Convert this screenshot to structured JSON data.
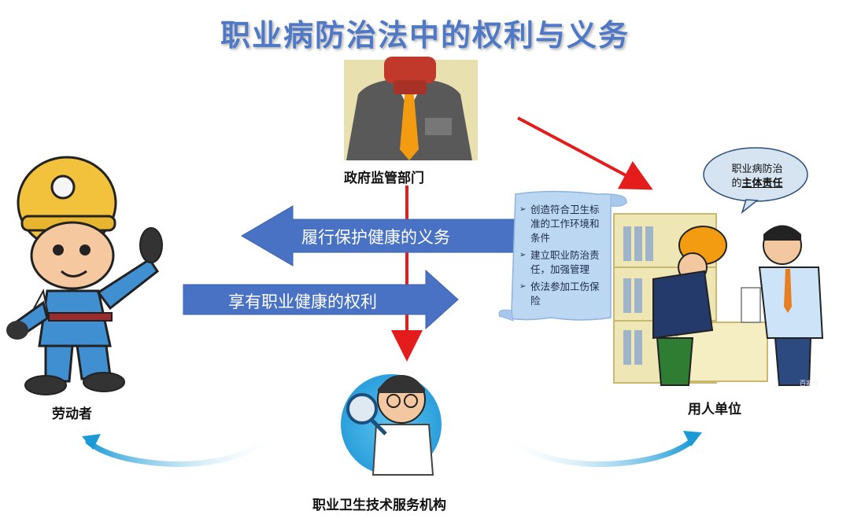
{
  "title": "职业病防治法中的权利与义务",
  "nodes": {
    "government": "政府监管部门",
    "worker": "劳动者",
    "employer": "用人单位",
    "service": "职业卫生技术服务机构"
  },
  "arrows": {
    "obligation": "履行保护健康的义务",
    "right": "享有职业健康的权利"
  },
  "employer_duties": [
    "创造符合卫生标准的工作环境和条件",
    "建立职业防治责任，加强管理",
    "依法参加工伤保险"
  ],
  "bubble": {
    "line1": "职业病防治",
    "prefix": "的",
    "emphasis": "主体责任"
  },
  "watermark": "百家号",
  "colors": {
    "title": "#4f79c6",
    "blue_arrow": "#4a72c4",
    "red_arrow": "#e41c1c",
    "scroll": "#bcd7f2",
    "cyan_arc": "#27a6e0"
  }
}
